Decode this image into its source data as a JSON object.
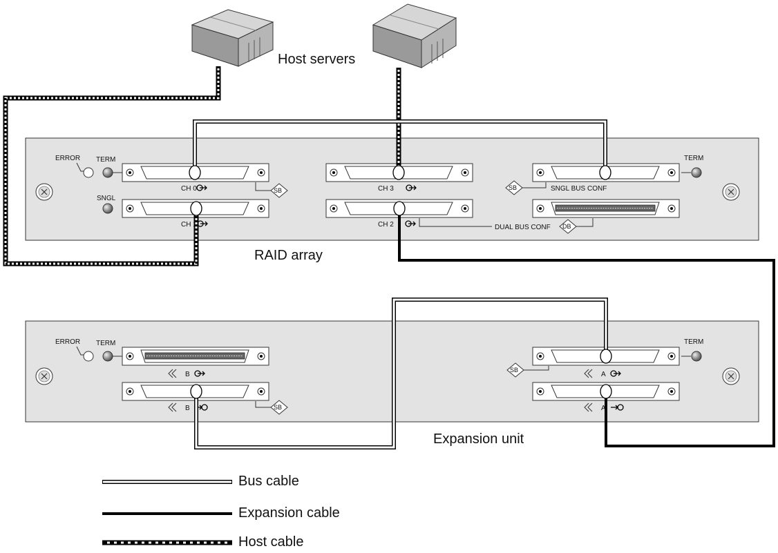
{
  "labels": {
    "host_servers": "Host servers",
    "raid_array": "RAID array",
    "expansion_unit": "Expansion unit"
  },
  "raid": {
    "error": "ERROR",
    "term_left": "TERM",
    "term_right": "TERM",
    "sngl": "SNGL",
    "ch0": "CH 0",
    "ch1": "CH 1",
    "ch2": "CH 2",
    "ch3": "CH 3",
    "sb_left": "SB",
    "sb_right": "SB",
    "sngl_bus_conf": "SNGL BUS CONF",
    "dual_bus_conf": "DUAL BUS CONF",
    "db": "DB"
  },
  "expansion": {
    "error": "ERROR",
    "term_left": "TERM",
    "term_right": "TERM",
    "b_top": "B",
    "b_bottom": "B",
    "a_top": "A",
    "a_bottom": "A",
    "sb_left": "SB",
    "sb_right": "SB"
  },
  "legend": [
    {
      "label": "Bus cable",
      "style": "bus"
    },
    {
      "label": "Expansion cable",
      "style": "expansion"
    },
    {
      "label": "Host cable",
      "style": "host"
    }
  ],
  "colors": {
    "panel": "#e3e3e3",
    "server": "#b8b8b8",
    "line": "#000000"
  },
  "icons": [
    "server-icon",
    "thumbscrew-icon",
    "led-icon",
    "scsi-port-icon",
    "out-arrow-icon",
    "in-arrow-icon",
    "ses-icon"
  ]
}
